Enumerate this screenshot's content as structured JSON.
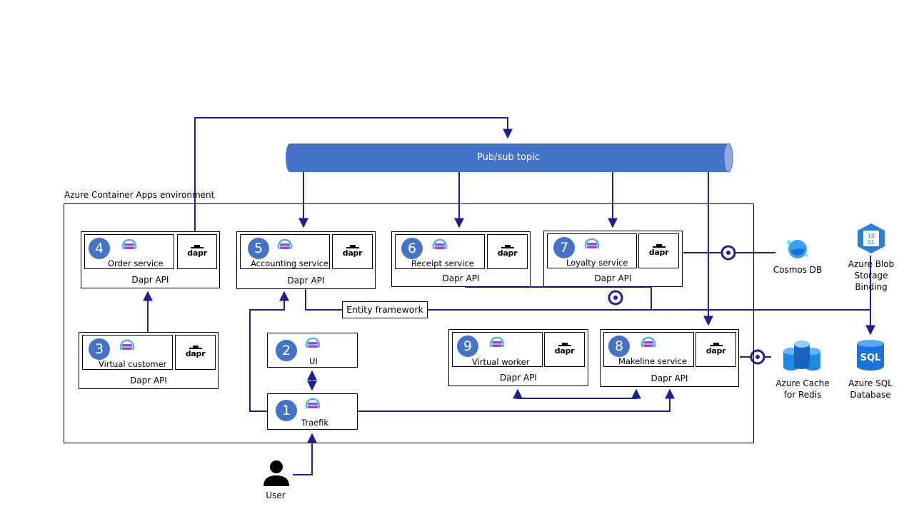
{
  "environment_label": "Azure Container  Apps environment",
  "topic_label": "Pub/sub topic",
  "entity_framework_label": "Entity framework",
  "dapr_word": "dapr",
  "colors": {
    "accent": "#4472c4",
    "arrow": "#1f1f8f"
  },
  "services": {
    "order": {
      "number": "4",
      "name": "Order service",
      "api": "Dapr API"
    },
    "accounting": {
      "number": "5",
      "name": "Accounting  service",
      "api": "Dapr API"
    },
    "receipt": {
      "number": "6",
      "name": "Receipt  service",
      "api": "Dapr API"
    },
    "loyalty": {
      "number": "7",
      "name": "Loyalty  service",
      "api": "Dapr API"
    },
    "virtual_customer": {
      "number": "3",
      "name": "Virtual  customer",
      "api": "Dapr API"
    },
    "ui": {
      "number": "2",
      "name": "UI"
    },
    "traefik": {
      "number": "1",
      "name": "Traefik"
    },
    "virtual_worker": {
      "number": "9",
      "name": "Virtual  worker",
      "api": "Dapr API"
    },
    "makeline": {
      "number": "8",
      "name": "Makeline  service",
      "api": "Dapr API"
    }
  },
  "external": {
    "cosmos": "Cosmos DB",
    "blob": [
      "Azure Blob",
      "Storage",
      "Binding"
    ],
    "redis": [
      "Azure Cache",
      "for Redis"
    ],
    "sql": [
      "Azure SQL",
      "Database"
    ],
    "sql_icon_text": "SQL",
    "blob_icon_text": [
      "10",
      "01"
    ],
    "user": "User"
  }
}
